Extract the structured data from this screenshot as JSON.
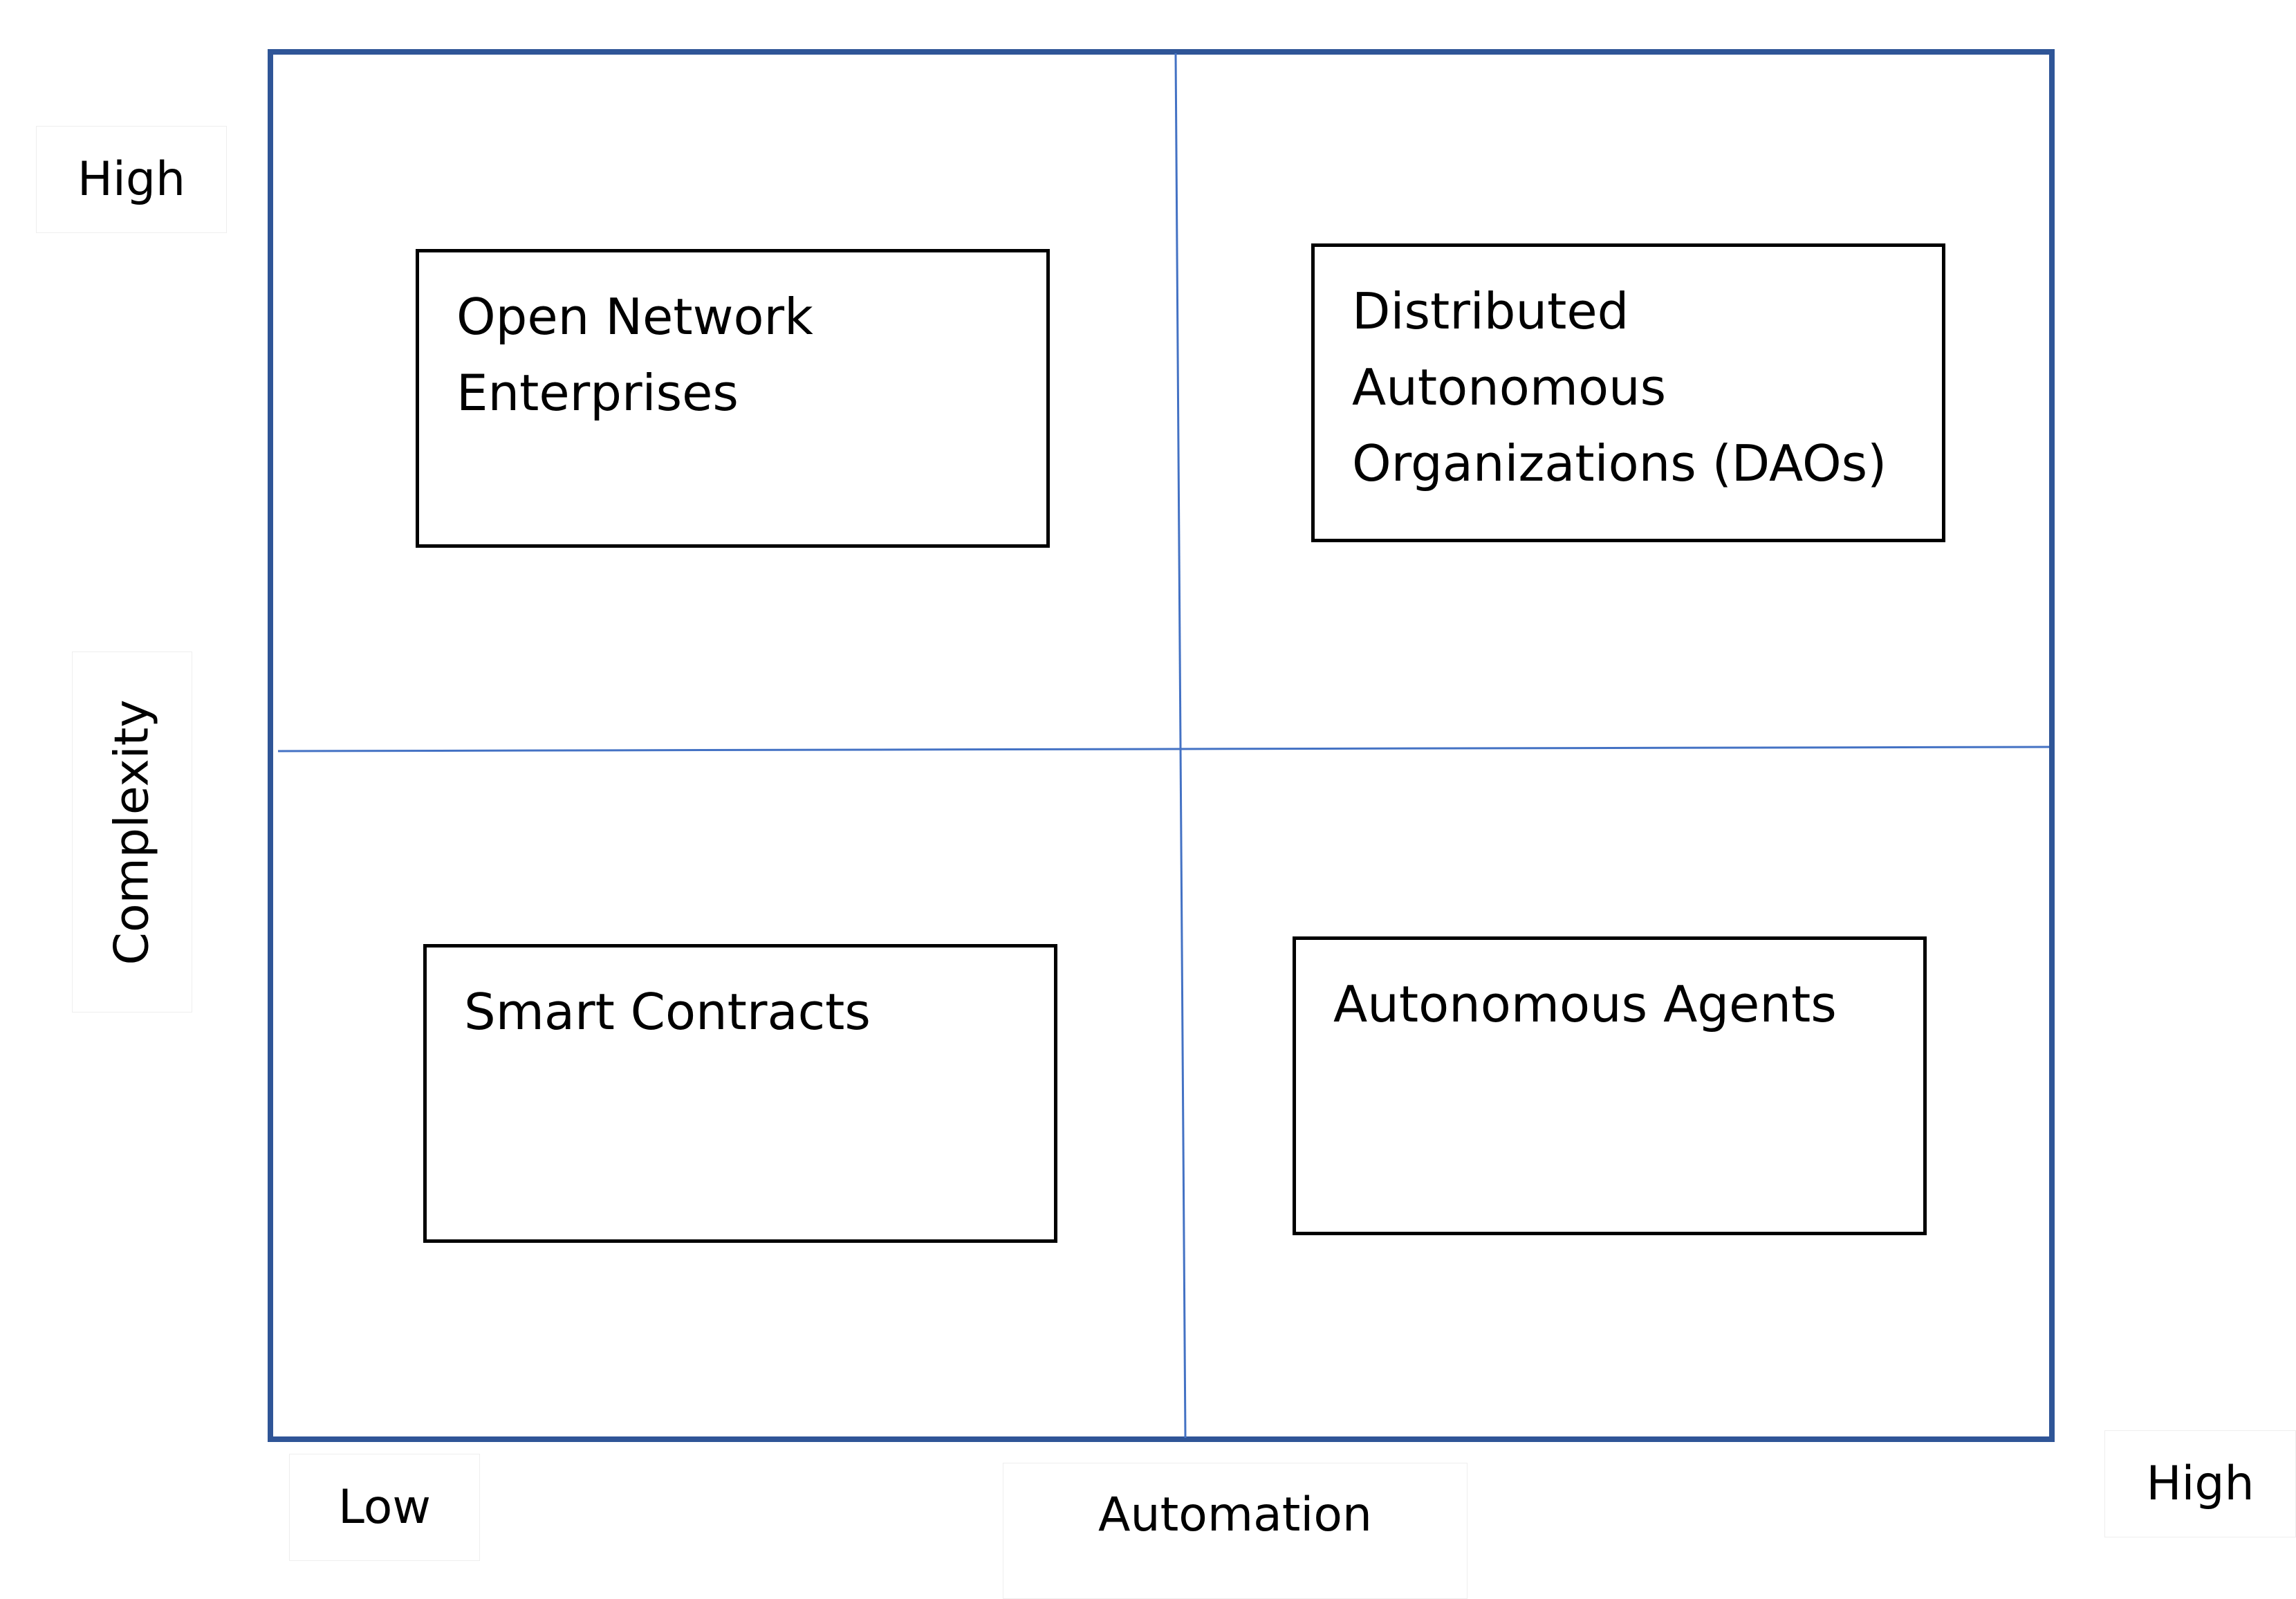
{
  "axes": {
    "y_title": "Complexity",
    "y_high": "High",
    "x_title": "Automation",
    "x_low": "Low",
    "x_high": "High"
  },
  "quadrants": {
    "top_left": {
      "lines": [
        "Open Network",
        "Enterprises"
      ]
    },
    "top_right": {
      "lines": [
        "Distributed",
        "Autonomous",
        "Organizations (DAOs)"
      ]
    },
    "bottom_left": {
      "lines": [
        "Smart Contracts"
      ]
    },
    "bottom_right": {
      "lines": [
        "Autonomous Agents"
      ]
    }
  },
  "colors": {
    "frame": "#2f5597",
    "divider": "#4472c4",
    "box_border": "#000000"
  }
}
